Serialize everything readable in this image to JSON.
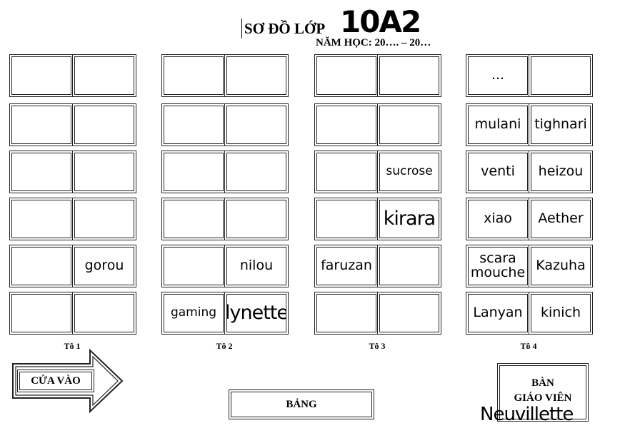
{
  "title": {
    "prefix": "SƠ ĐỒ LỚP",
    "class_name": "10A2"
  },
  "school_year": "NĂM HỌC: 20…. – 20…",
  "groups": [
    {
      "label": "Tô 1",
      "rows": [
        [
          "",
          ""
        ],
        [
          "",
          ""
        ],
        [
          "",
          ""
        ],
        [
          "",
          ""
        ],
        [
          "",
          "gorou"
        ],
        [
          "",
          ""
        ]
      ]
    },
    {
      "label": "Tô 2",
      "rows": [
        [
          "",
          ""
        ],
        [
          "",
          ""
        ],
        [
          "",
          ""
        ],
        [
          "",
          ""
        ],
        [
          "",
          "nilou"
        ],
        [
          "gaming",
          "lynette"
        ]
      ]
    },
    {
      "label": "Tô 3",
      "rows": [
        [
          "",
          ""
        ],
        [
          "",
          ""
        ],
        [
          "",
          "sucrose"
        ],
        [
          "",
          "kirara"
        ],
        [
          "faruzan",
          ""
        ],
        [
          "",
          ""
        ]
      ]
    },
    {
      "label": "Tô 4",
      "rows": [
        [
          "...",
          ""
        ],
        [
          "mulani",
          "tighnari"
        ],
        [
          "venti",
          "heizou"
        ],
        [
          "xiao",
          "Aether"
        ],
        [
          "scara mouche",
          "Kazuha"
        ],
        [
          "Lanyan",
          "kinich"
        ]
      ]
    }
  ],
  "door_label": "CỬA VÀO",
  "board_label": "BẢNG",
  "teacher_desk": {
    "line1": "BÀN",
    "line2": "GIÁO VIÊN",
    "name": "Neuvillette"
  }
}
